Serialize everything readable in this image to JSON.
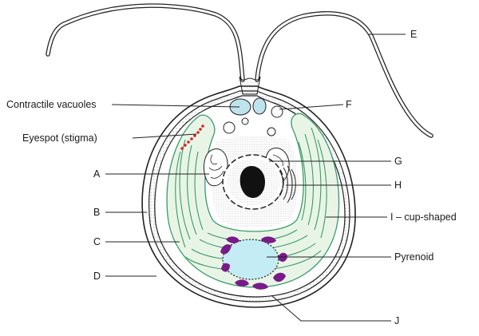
{
  "labels": {
    "contractile_vacuoles": "Contractile vacuoles",
    "eyespot": "Eyespot (stigma)",
    "A": "A",
    "B": "B",
    "C": "C",
    "D": "D",
    "E": "E",
    "F": "F",
    "G": "G",
    "H": "H",
    "I": "I – cup-shaped",
    "pyrenoid": "Pyrenoid",
    "J": "J"
  },
  "colors": {
    "chloroplast_fill": "#e8f5e6",
    "thylakoid": "#3a9a6a",
    "vacuole": "#bfe3ec",
    "pyrenoid": "#c4ecf4",
    "starch": "#7a1a8a",
    "eyespot": "#e02020",
    "nucleolus": "#111111"
  }
}
